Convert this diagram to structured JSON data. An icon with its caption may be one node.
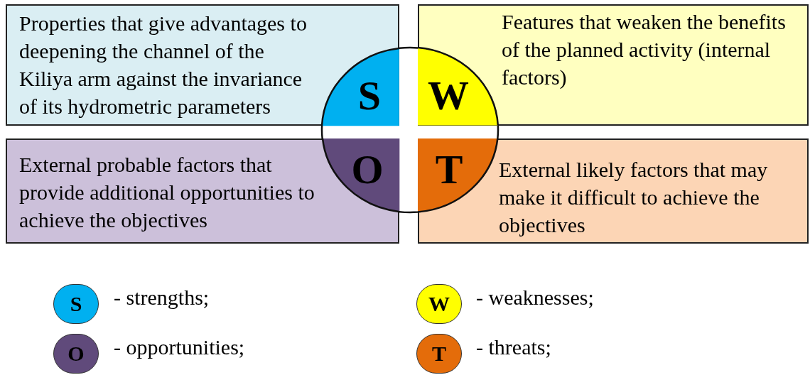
{
  "diagram": {
    "nodes": [
      {
        "text": [
          "Properties that give advantages to deepening the channel of the Kiliya arm against the invariance of its hydrometric parameters"
        ]
      },
      {
        "text": [
          "Features that weaken the benefits of the planned activity (internal factors)"
        ]
      },
      {
        "text": [
          "External probable factors that provide additional opportunities to achieve the objectives"
        ]
      },
      {
        "text": [
          "External likely factors that may make it difficult to achieve the objectives"
        ]
      },
      {
        "text": [
          "S"
        ],
        "in": 0
      },
      {
        "text": [
          "W"
        ],
        "in": 1
      },
      {
        "text": [
          "O"
        ],
        "in": 2
      },
      {
        "text": [
          "T"
        ],
        "in": 3
      }
    ],
    "labels": [
      "S",
      "W",
      "O",
      "T"
    ],
    "legend": [
      {
        "text": "- strengths;",
        "color": "#00b0f0"
      },
      {
        "text": "- weaknesses;",
        "color": "#ffff00"
      },
      {
        "text": "- opportunities;",
        "color": "#604a7b"
      },
      {
        "text": "- threats;",
        "color": "#e46c0a"
      }
    ]
  }
}
